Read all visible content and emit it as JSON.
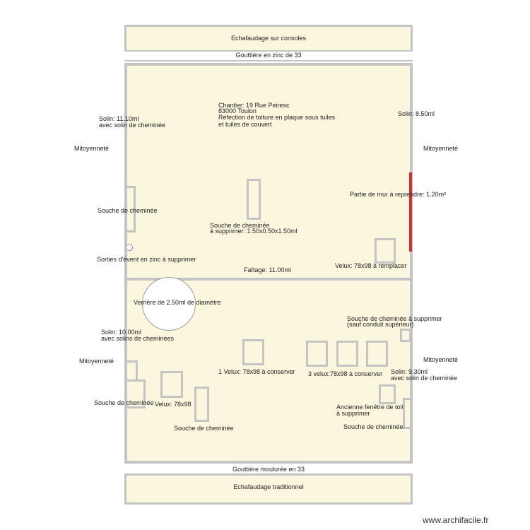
{
  "top_scaffold": "Echafaudage sur consoles",
  "top_gutter": "Gouttière en zinc de 33",
  "chantier": [
    "Chantier: 19 Rue Peiresc",
    "83000 Toulon",
    "Réfection de toiture en plaque sous tuiles",
    "et tuiles de couvert"
  ],
  "upper": {
    "solin_left": [
      "Solin: 11.10ml",
      "avec solin de cheminée"
    ],
    "solin_right": "Solin: 8.50ml",
    "mitoyen_left": "Mitoyenneté",
    "mitoyen_right": "Mitoyenneté",
    "mur": "Partie de mur à reprendre: 1.20m²",
    "souche_left": "Souche de cheminée",
    "souche_center": [
      "Souche de cheminée",
      "à supprimer: 1.50x0.50x1.50ml"
    ],
    "sorties": "Sorties d'évent en zinc à supprimer",
    "faitage": "Faîtage: 11.00ml",
    "velux_remplacer": "Velux: 78x98 à remplacer"
  },
  "lower": {
    "verriere": "Verrière de 2.50ml de diamètre",
    "solin_left": [
      "Solin: 10.00ml",
      "avec solins de cheminées"
    ],
    "mitoyen_left": "Mitoyenneté",
    "mitoyen_right": "Mitoyenneté",
    "souche_right_top": [
      "Souche de cheminée à supprimer",
      "(sauf conduit supérieur)"
    ],
    "velux_one": "1 Velux: 78x98 à conserver",
    "velux_three": "3 velux:78x98 à conserver",
    "solin_right": [
      "Solin: 9.30ml",
      "avec solin de cheminée"
    ],
    "souche_left": "Souche de cheminée",
    "velux_small": "Velux: 78x98",
    "souche_bottom": "Souche de cheminée",
    "fenetre": [
      "Ancienne fenêtre de toit",
      " à supprimer"
    ],
    "souche_bottom_right": "Souche de cheminée"
  },
  "bottom_gutter": "Gouttière moulurée en 33",
  "bottom_scaffold": "Echafaudage traditionnel",
  "watermark": "www.archifacile.fr",
  "colors": {
    "fill": "#fbf7df",
    "stroke": "#c4c4c4",
    "red_wall": "#d32f2f"
  }
}
